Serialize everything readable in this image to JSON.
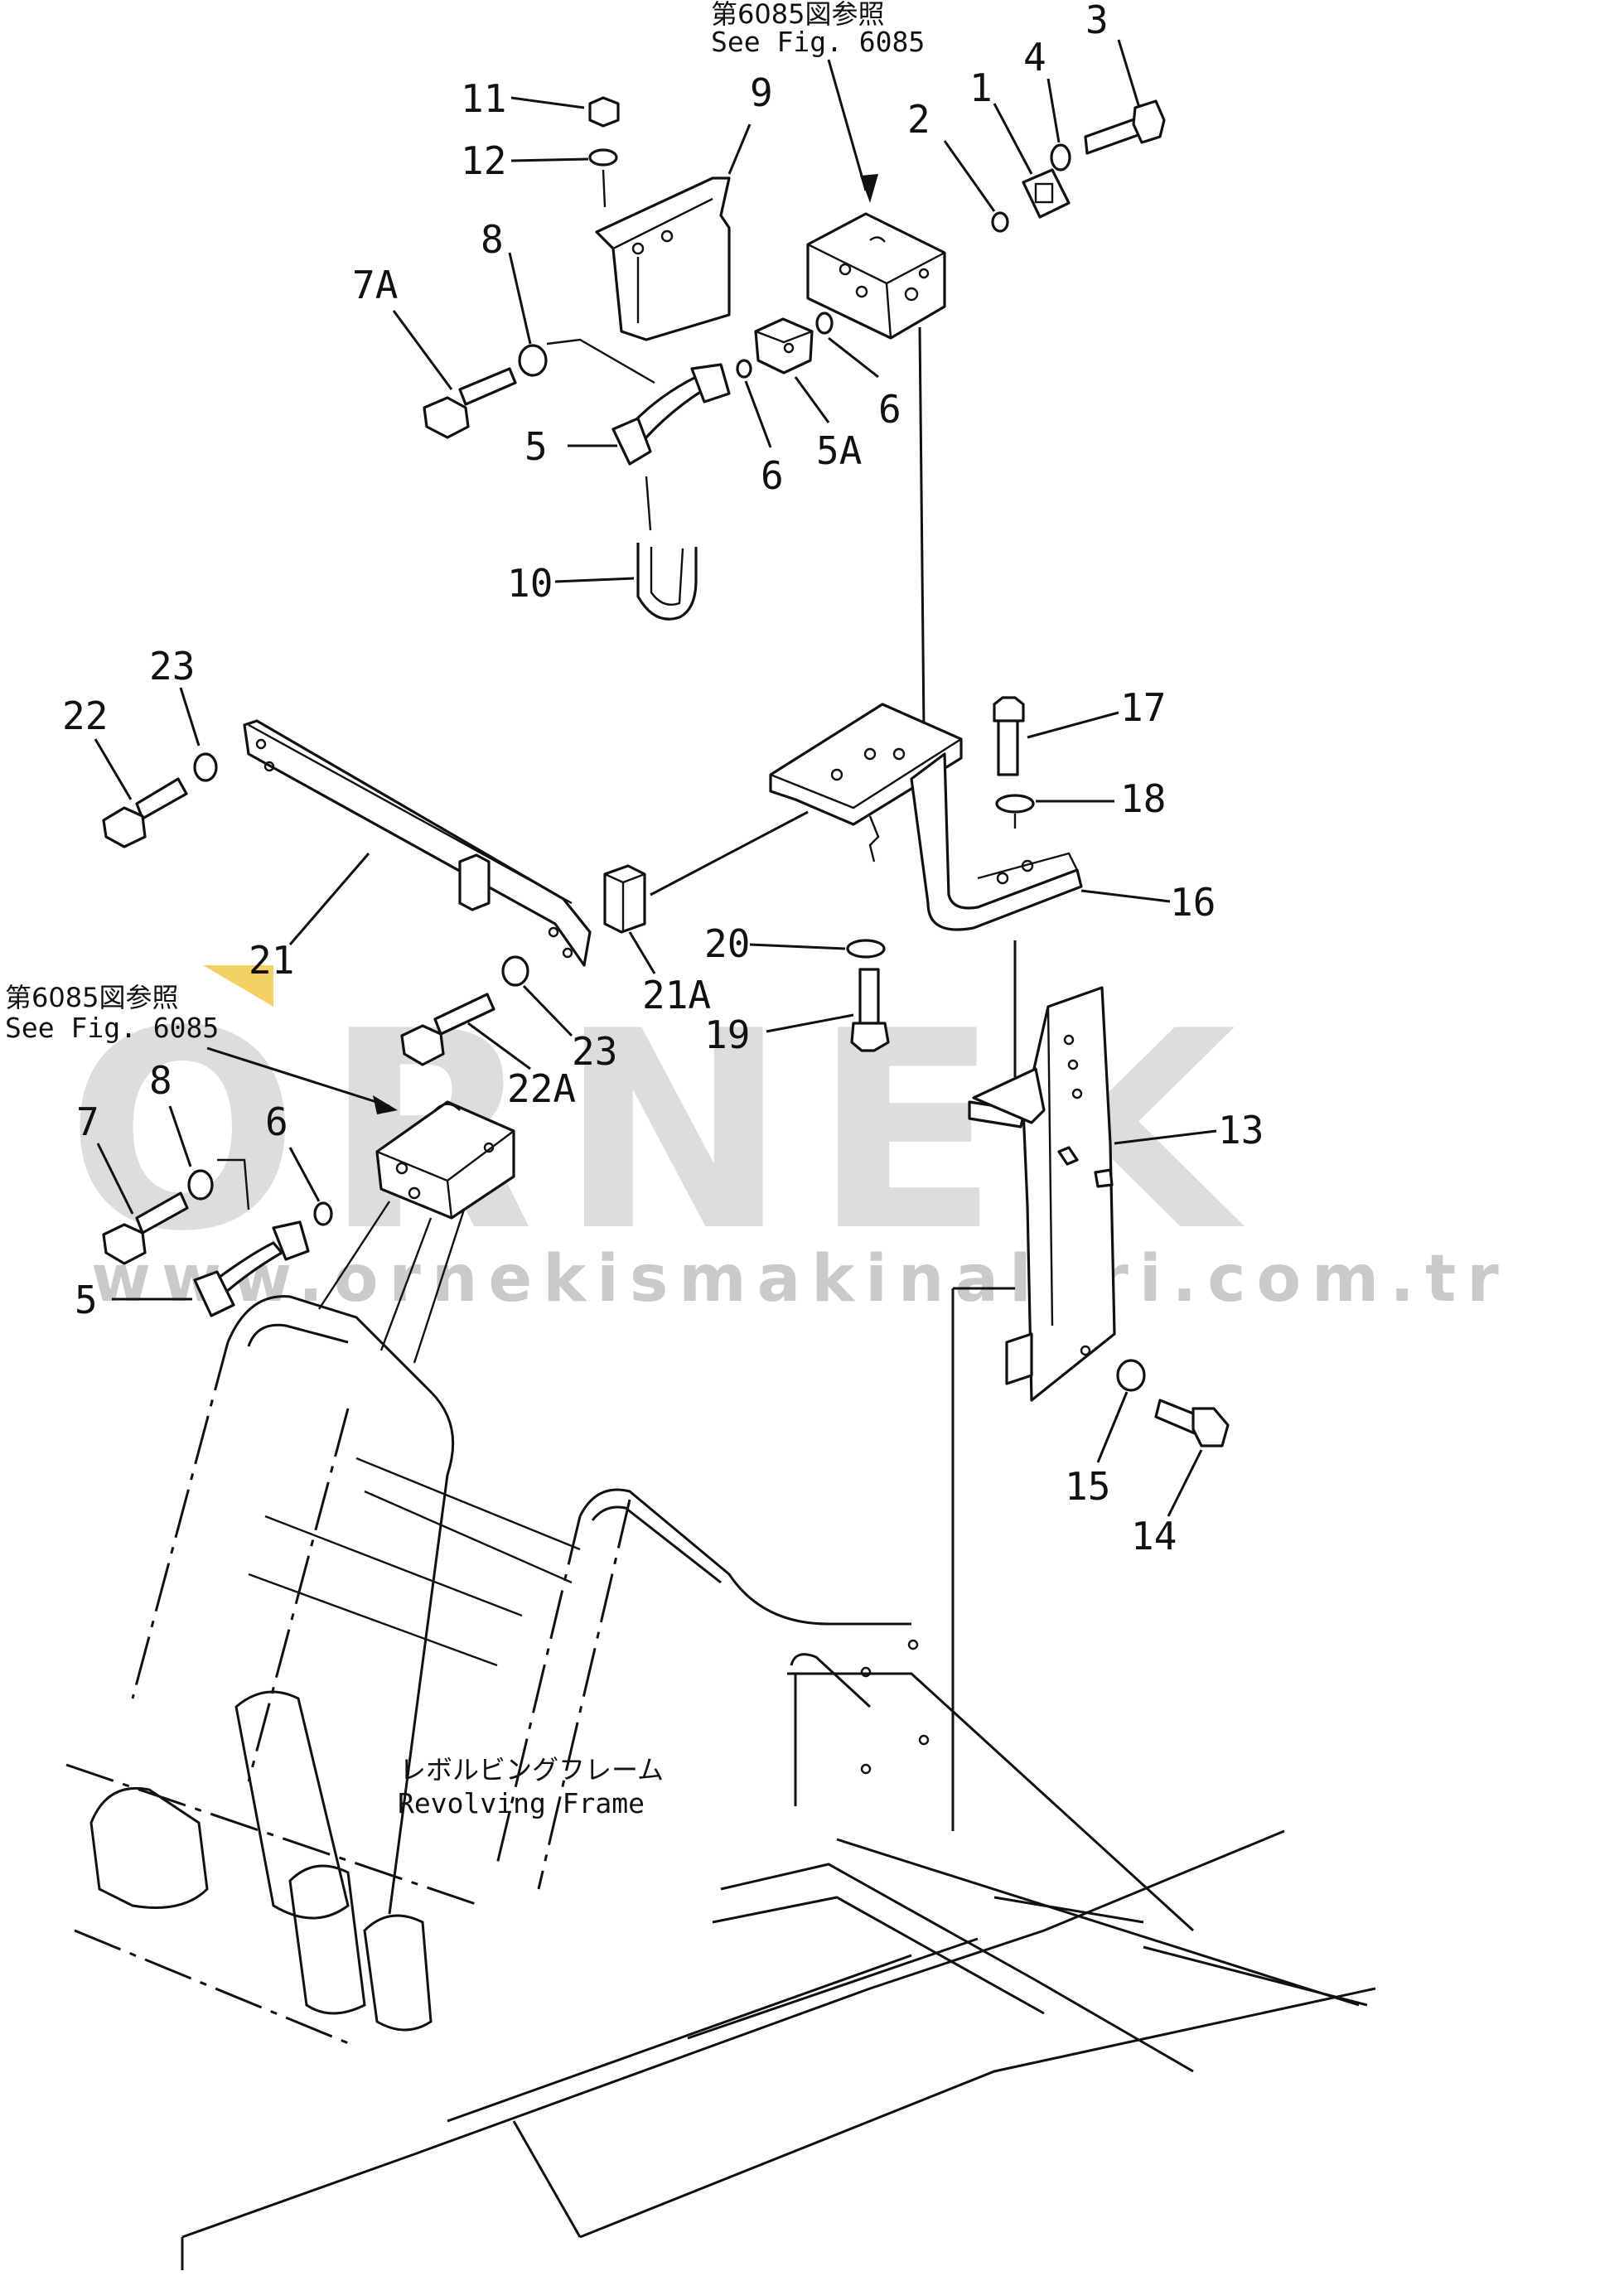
{
  "references": {
    "top": {
      "jp": "第6085図参照",
      "en": "See Fig. 6085"
    },
    "left": {
      "jp": "第6085図参照",
      "en": "See Fig. 6085"
    }
  },
  "frame_label": {
    "jp": "レボルビングフレーム",
    "en": "Revolving Frame"
  },
  "watermark": {
    "brand": "ORNEK",
    "url": "www.ornekismakinalari.com.tr"
  },
  "callouts": [
    "1",
    "2",
    "3",
    "4",
    "5",
    "5",
    "5A",
    "6",
    "6",
    "6",
    "7",
    "7A",
    "8",
    "8",
    "9",
    "10",
    "11",
    "12",
    "13",
    "14",
    "15",
    "16",
    "17",
    "18",
    "19",
    "20",
    "21",
    "21A",
    "22",
    "22A",
    "23",
    "23"
  ]
}
